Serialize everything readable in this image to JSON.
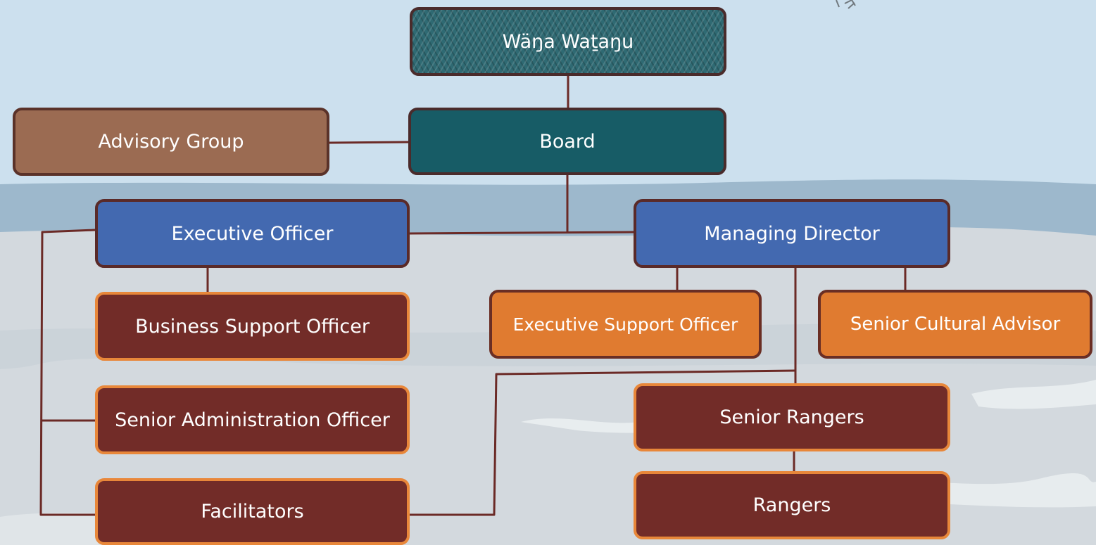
{
  "org_chart": {
    "nodes": [
      {
        "id": "wana-watanu",
        "label": "Wäŋa Waṯaŋu",
        "color": "#2f6a73"
      },
      {
        "id": "board",
        "label": "Board",
        "color": "#175c66"
      },
      {
        "id": "advisory-group",
        "label": "Advisory Group",
        "color": "#9b6b52"
      },
      {
        "id": "executive-officer",
        "label": "Executive Officer",
        "color": "#4369b0"
      },
      {
        "id": "managing-director",
        "label": "Managing Director",
        "color": "#4369b0"
      },
      {
        "id": "business-support-officer",
        "label": "Business Support Officer",
        "color": "#722c28"
      },
      {
        "id": "senior-administration-officer",
        "label": "Senior Administration Officer",
        "color": "#722c28"
      },
      {
        "id": "facilitators",
        "label": "Facilitators",
        "color": "#722c28"
      },
      {
        "id": "executive-support-officer",
        "label": "Executive Support Officer",
        "color": "#e07b30"
      },
      {
        "id": "senior-cultural-advisor",
        "label": "Senior Cultural Advisor",
        "color": "#e07b30"
      },
      {
        "id": "senior-rangers",
        "label": "Senior Rangers",
        "color": "#722c28"
      },
      {
        "id": "rangers",
        "label": "Rangers",
        "color": "#722c28"
      }
    ],
    "edges": [
      [
        "wana-watanu",
        "board"
      ],
      [
        "board",
        "advisory-group"
      ],
      [
        "board",
        "executive-officer"
      ],
      [
        "board",
        "managing-director"
      ],
      [
        "executive-officer",
        "business-support-officer"
      ],
      [
        "executive-officer",
        "senior-administration-officer"
      ],
      [
        "executive-officer",
        "facilitators"
      ],
      [
        "managing-director",
        "executive-support-officer"
      ],
      [
        "managing-director",
        "senior-cultural-advisor"
      ],
      [
        "managing-director",
        "senior-rangers"
      ],
      [
        "managing-director",
        "facilitators"
      ],
      [
        "senior-rangers",
        "rangers"
      ]
    ],
    "line_color": "#6b2a26",
    "background": {
      "sky": "#cfe0ec",
      "sea": "#a8c0d3",
      "sand": "#d6dde2"
    }
  }
}
